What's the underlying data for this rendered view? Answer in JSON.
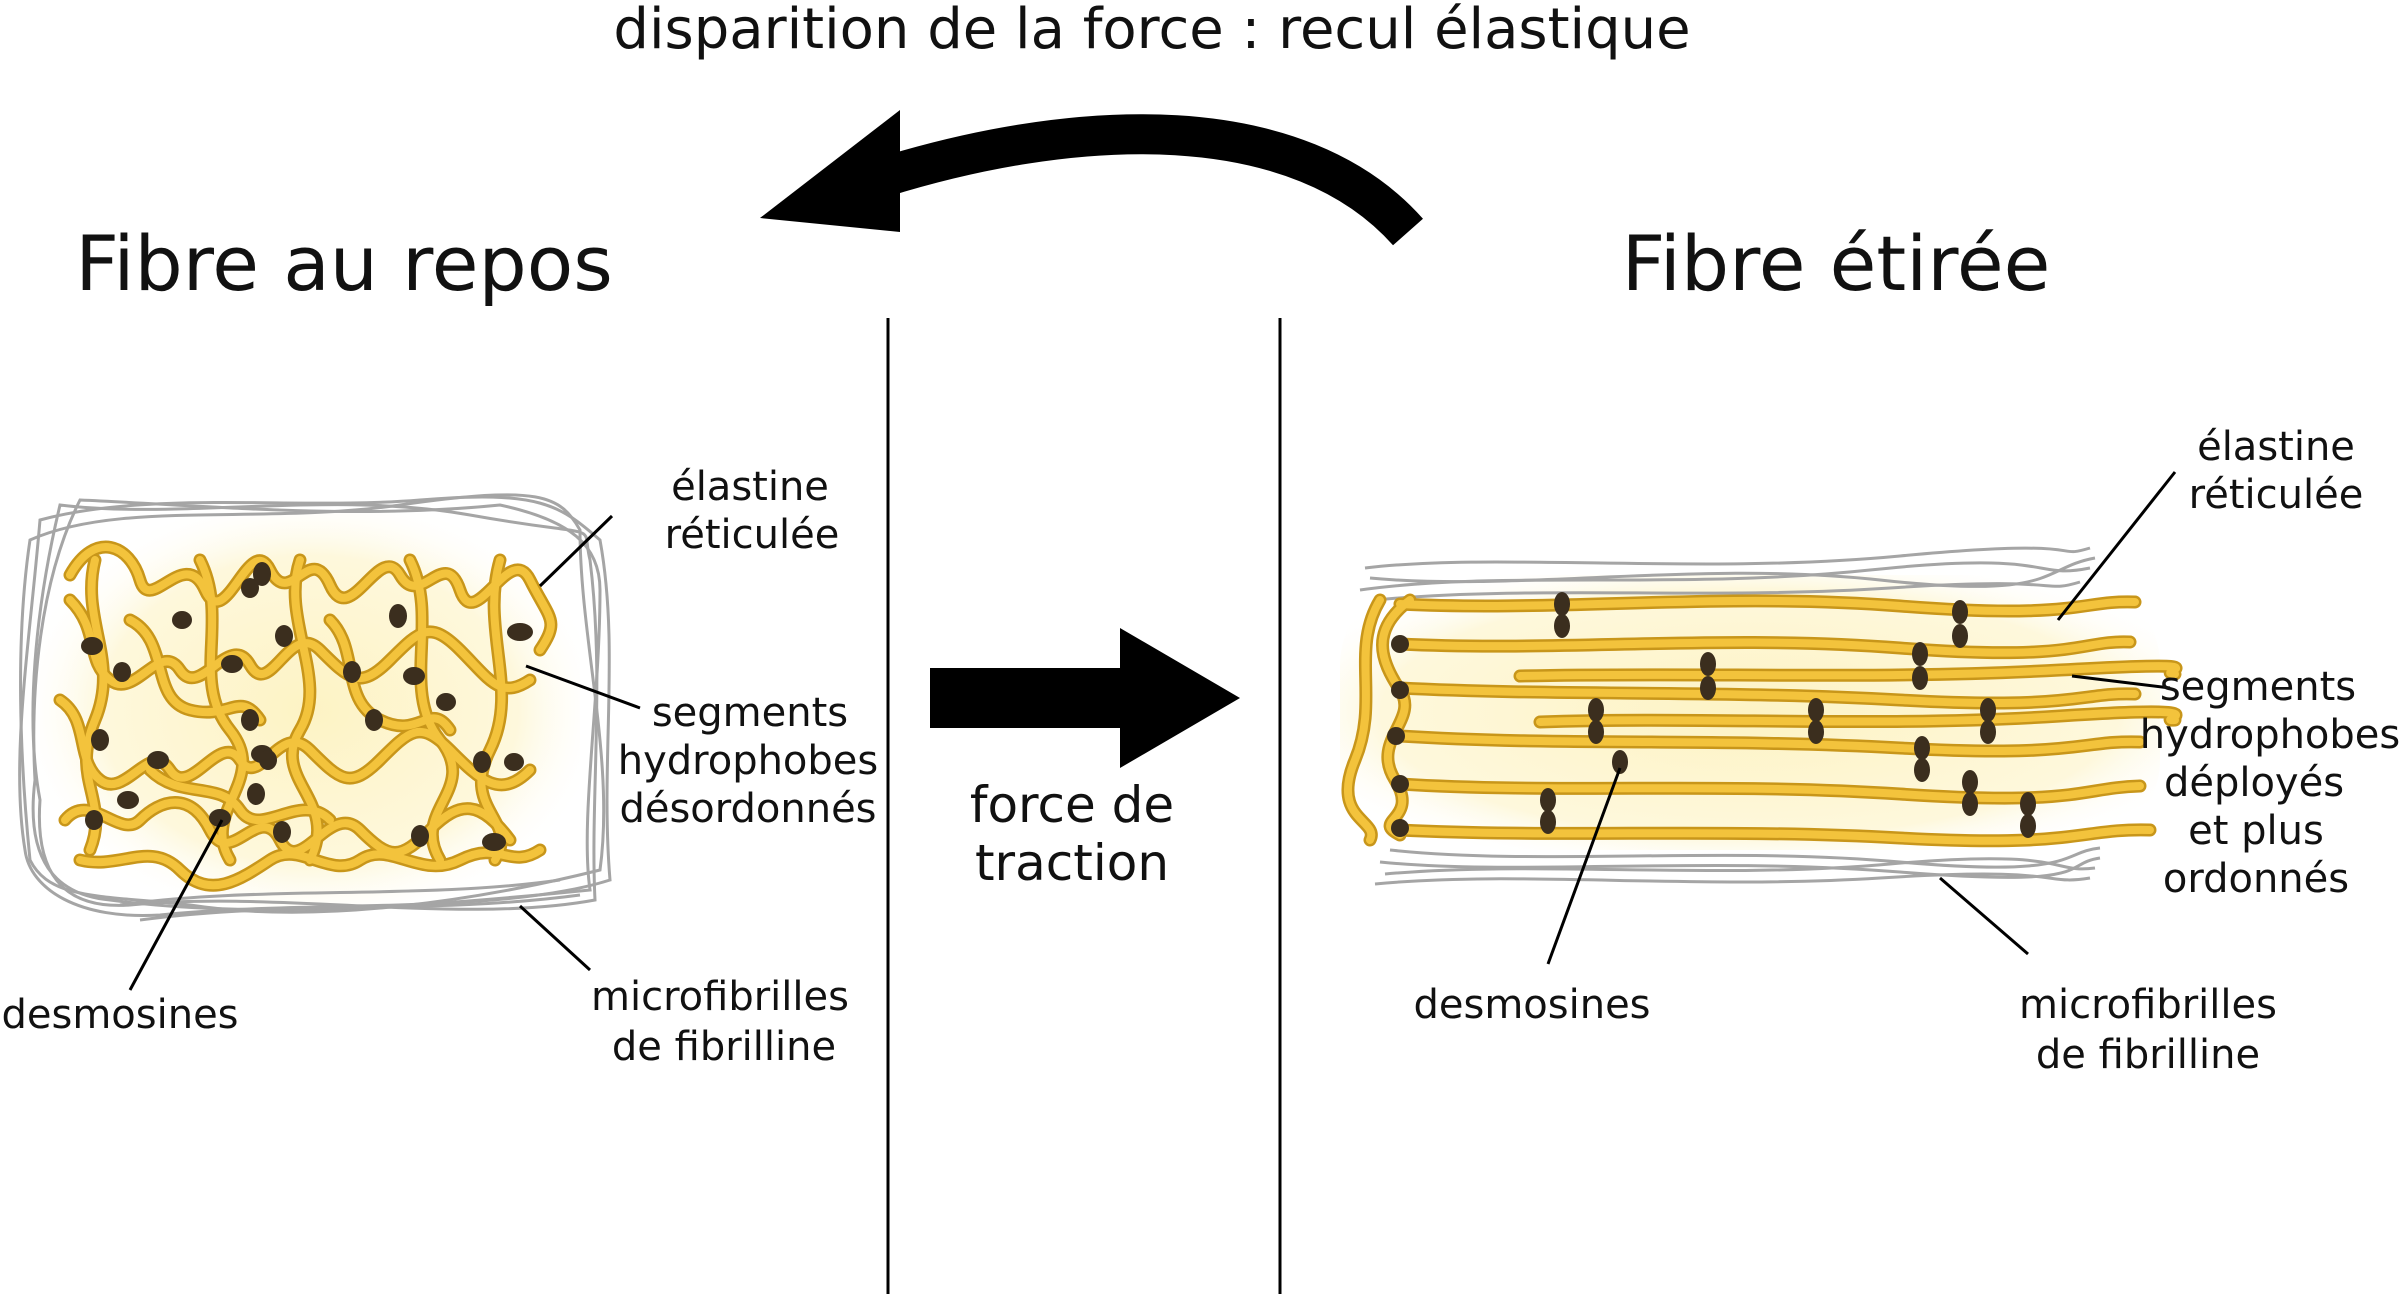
{
  "top_caption": "disparition de la force : recul élastique",
  "left_panel": {
    "title": "Fibre au repos",
    "labels": {
      "elastin_line1": "élastine",
      "elastin_line2": "réticulée",
      "segments_line1": "segments",
      "segments_line2": "hydrophobes",
      "segments_line3": "désordonnés",
      "desmosines": "desmosines",
      "microfib_line1": "microfibrilles",
      "microfib_line2": "de fibrilline"
    }
  },
  "middle": {
    "force_line1": "force de",
    "force_line2": "traction"
  },
  "right_panel": {
    "title": "Fibre étirée",
    "labels": {
      "elastin_line1": "élastine",
      "elastin_line2": "réticulée",
      "segments_line1": "segments",
      "segments_line2": "hydrophobes",
      "segments_line3": "déployés",
      "segments_line4": "et plus",
      "segments_line5": "ordonnés",
      "desmosines": "desmosines",
      "microfib_line1": "microfibrilles",
      "microfib_line2": "de fibrilline"
    }
  },
  "colors": {
    "elastin_fill": "#f3c33c",
    "elastin_outline": "#c8961a",
    "glow": "#fdf5cf",
    "desmosine": "#3b2e1e",
    "microfibril": "#9a9a9a",
    "arrow": "#000000"
  }
}
